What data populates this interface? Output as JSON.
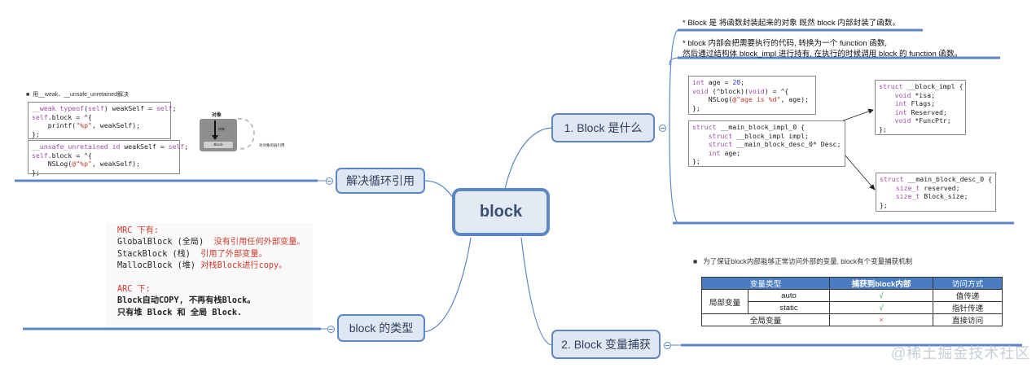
{
  "root": {
    "label": "block"
  },
  "branches": {
    "cycle": {
      "label": "解决循环引用"
    },
    "types": {
      "label": "block 的类型"
    },
    "what": {
      "label": "1. Block 是什么"
    },
    "capture": {
      "label": "2. Block 变量捕获"
    }
  },
  "cycle_section": {
    "bullet": "用__weak、__unsafe_unretained解决",
    "code1": [
      "__weak typeof(self) weakSelf = self;",
      "self.block = ^{",
      "    printf(\"%p\", weakSelf);",
      "};"
    ],
    "code2": [
      "__unsafe_unretained id weakSelf = self;",
      "self.block = ^{",
      "    NSLog(@\"%p\", weakSelf);",
      "};"
    ],
    "diagram": {
      "top_label": "对象",
      "arrow_label": "持有",
      "inner_label": "Block",
      "side_label": "对对象的弱引用"
    }
  },
  "types_section": {
    "mrc_title": "MRC 下有:",
    "mrc_items": [
      {
        "name": "GlobalBlock (全局)",
        "desc": "没有引用任何外部变量。"
      },
      {
        "name": "StackBlock (栈)",
        "desc": "引用了外部变量。"
      },
      {
        "name": "MallocBlock (堆)",
        "desc": "对栈Block进行copy。"
      }
    ],
    "arc_title": "ARC 下:",
    "arc_lines": [
      "Block自动COPY, 不再有栈Block。",
      "只有堆 Block 和 全局 Block."
    ]
  },
  "what_section": {
    "note1": "* Block 是 将函数封装起来的对象 既然 block 内部封装了函数。",
    "note2_line1": "* block 内部会把需要执行的代码, 转换为一个 function 函数,",
    "note2_line2": "然后通过结构体 block_impl 进行持有, 在执行的时候调用 block 的 function 函数。",
    "code_decl": [
      "int age = 20;",
      "void (^block)(void) = ^{",
      "    NSLog(@\"age is %d\", age);",
      "};"
    ],
    "code_main": [
      "struct __main_block_impl_0 {",
      "    struct __block_impl impl;",
      "    struct __main_block_desc_0* Desc;",
      "    int age;",
      "};"
    ],
    "code_impl": [
      "struct __block_impl {",
      "    void *isa;",
      "    int Flags;",
      "    int Reserved;",
      "    void *FuncPtr;",
      "};"
    ],
    "code_desc": [
      "struct __main_block_desc_0 {",
      "    size_t reserved;",
      "    size_t Block_size;",
      "};"
    ]
  },
  "capture_section": {
    "bullet": "为了保证block内部能够正常访问外部的变量, block有个变量捕获机制",
    "headers": [
      "变量类型",
      "捕获到block内部",
      "访问方式"
    ],
    "local_label": "局部变量",
    "rows": [
      {
        "type": "auto",
        "captured": "√",
        "access": "值传递"
      },
      {
        "type": "static",
        "captured": "√",
        "access": "指针传递"
      }
    ],
    "global_row": {
      "type": "全局变量",
      "captured": "×",
      "access": "直接访问"
    }
  },
  "watermark": "@稀土掘金技术社区",
  "colors": {
    "accent": "#5d87c4",
    "node_fill": "#dfe7f3",
    "red_text": "#d0392b",
    "table_header": "#4a7cc2"
  }
}
